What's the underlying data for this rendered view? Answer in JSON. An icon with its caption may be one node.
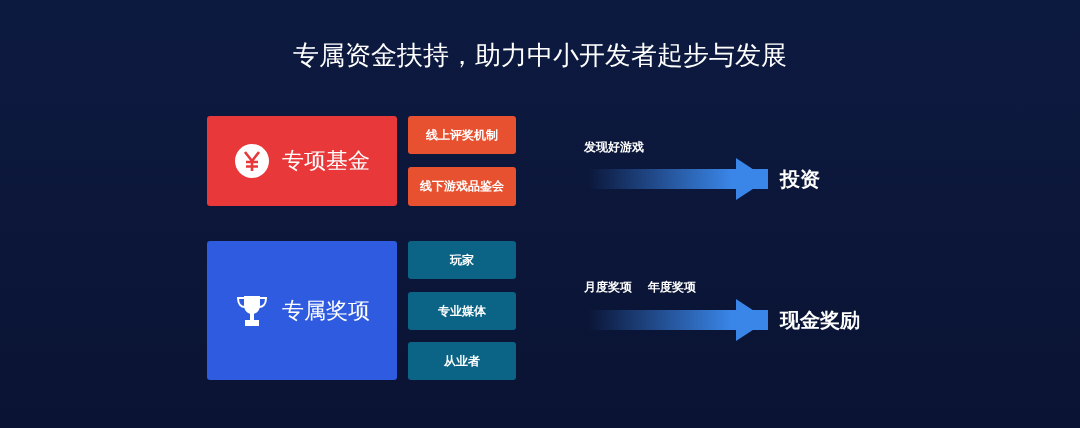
{
  "diagram": {
    "title": "专属资金扶持，助力中小开发者起步与发展",
    "nodes": [
      {
        "text": [
          "专项基金"
        ]
      },
      {
        "text": [
          "线上评奖机制"
        ]
      },
      {
        "text": [
          "线下游戏品鉴会"
        ]
      },
      {
        "text": [
          "专属奖项"
        ]
      },
      {
        "text": [
          "玩家"
        ]
      },
      {
        "text": [
          "专业媒体"
        ]
      },
      {
        "text": [
          "从业者"
        ]
      },
      {
        "text": [
          "投资"
        ]
      },
      {
        "text": [
          "现金奖励"
        ]
      }
    ],
    "edges": [
      {
        "from": null,
        "to": 7,
        "arrow": "to",
        "style": "thick"
      },
      {
        "from": null,
        "to": 8,
        "arrow": "to",
        "style": "thick"
      }
    ],
    "labels": [
      "发现好游戏",
      "月度奖项",
      "年度奖项"
    ]
  }
}
